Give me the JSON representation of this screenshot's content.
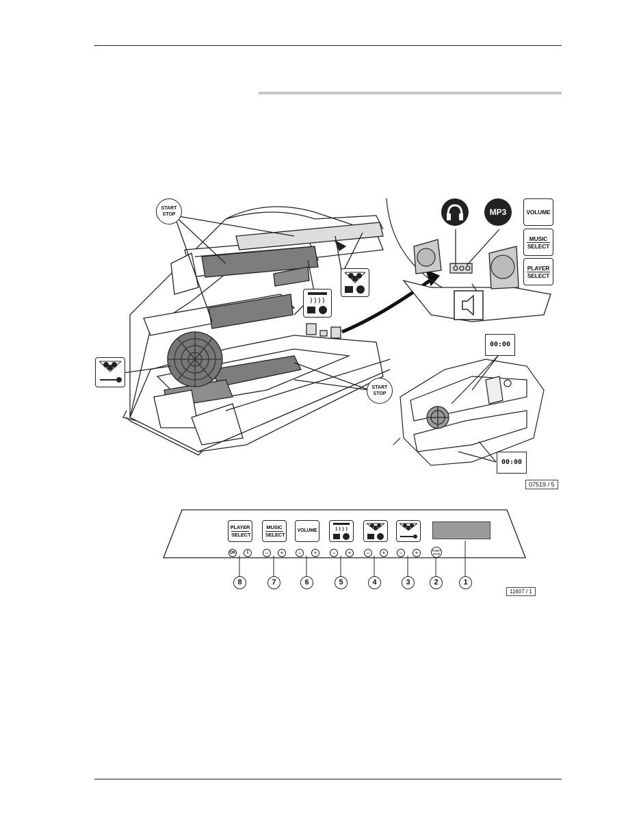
{
  "figure_top": {
    "callouts": {
      "start_stop_line1": "START",
      "start_stop_line2": "STOP"
    },
    "audio_badges": {
      "mp3": "MP3",
      "volume": "VOLUME",
      "music_line1": "MUSIC",
      "music_line2": "SELECT",
      "player_line1": "PLAYER",
      "player_line2": "SELECT"
    },
    "display_digits": "00:00",
    "reference": "07519 / 5"
  },
  "control_panel": {
    "buttons": [
      {
        "id": "8",
        "line1": "PLAYER",
        "line2": "SELECT",
        "controls": "OK ⇕"
      },
      {
        "id": "7",
        "line1": "MUSIC",
        "line2": "SELECT",
        "controls": "− +"
      },
      {
        "id": "6",
        "line1": "VOLUME",
        "line2": "",
        "controls": "− +"
      },
      {
        "id": "5",
        "line1": "",
        "line2": "",
        "controls": "− +"
      },
      {
        "id": "4",
        "line1": "",
        "line2": "",
        "controls": "− +"
      },
      {
        "id": "3",
        "line1": "",
        "line2": "",
        "controls": "− +"
      },
      {
        "id": "2",
        "line1": "START",
        "line2": "STOP",
        "controls": ""
      },
      {
        "id": "1",
        "line1": "",
        "line2": "",
        "controls": ""
      }
    ],
    "ok_label": "OK",
    "reference": "11607 / 1"
  }
}
